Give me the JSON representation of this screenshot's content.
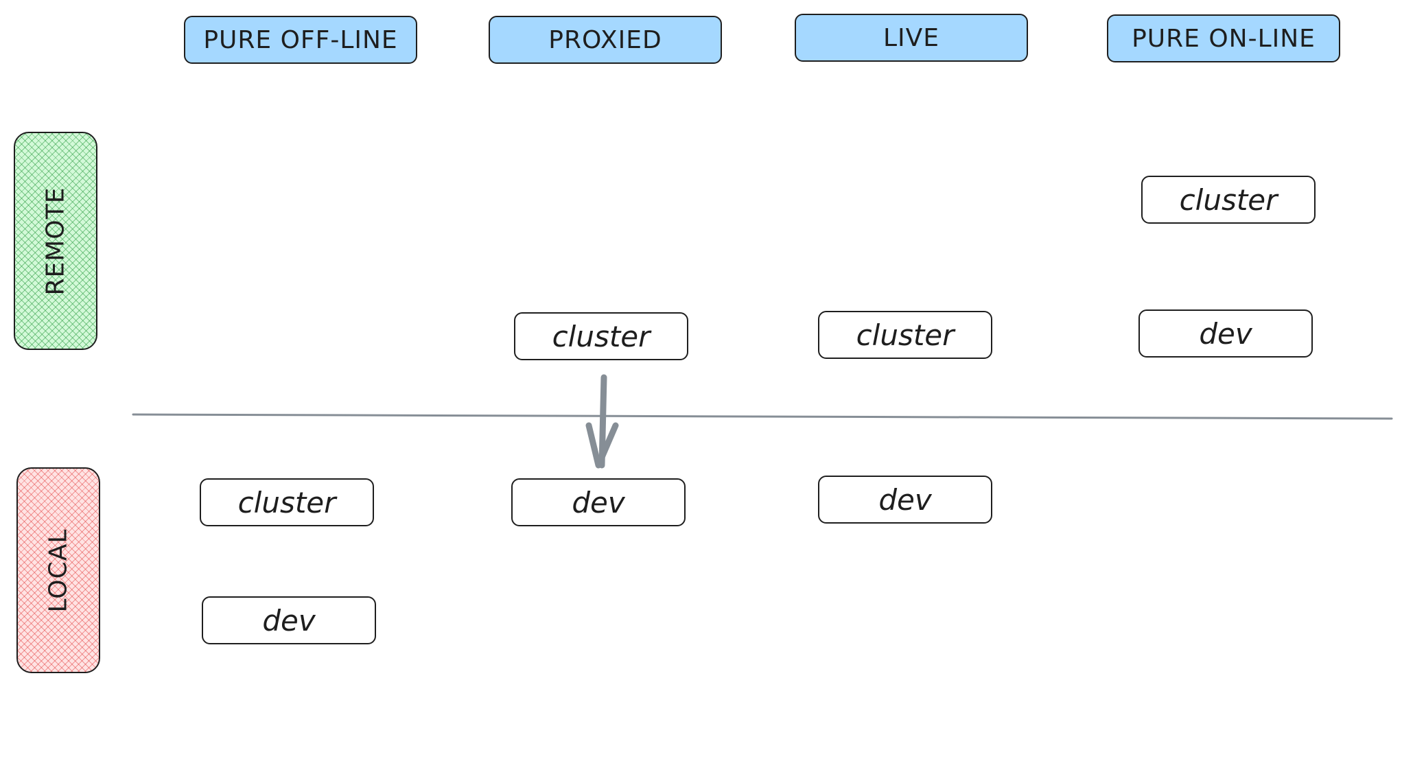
{
  "columns": [
    {
      "label": "PURE OFF-LINE"
    },
    {
      "label": "PROXIED"
    },
    {
      "label": "LIVE"
    },
    {
      "label": "PURE ON-LINE"
    }
  ],
  "rows": [
    {
      "label": "REMOTE",
      "color": "#d3f9d8"
    },
    {
      "label": "LOCAL",
      "color": "#ffe3e3"
    }
  ],
  "header_color": "#a5d8ff",
  "nodes": {
    "offline_local_cluster": "cluster",
    "offline_local_dev": "dev",
    "proxied_remote_cluster": "cluster",
    "proxied_local_dev": "dev",
    "live_remote_cluster": "cluster",
    "live_local_dev": "dev",
    "online_remote_cluster": "cluster",
    "online_remote_dev": "dev"
  },
  "connectors": [
    {
      "from": "proxied_remote_cluster",
      "to": "proxied_local_dev",
      "color": "#868e96"
    }
  ],
  "divider_color": "#868e96"
}
